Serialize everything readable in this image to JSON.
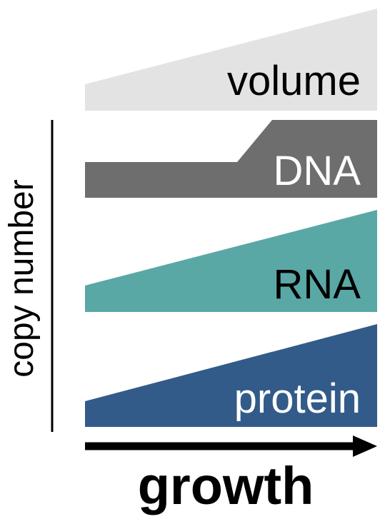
{
  "bands": {
    "volume": {
      "label": "volume",
      "color": "#e3e3e3",
      "text_color": "#000000"
    },
    "dna": {
      "label": "DNA",
      "color": "#6e6e6e",
      "text_color": "#ffffff"
    },
    "rna": {
      "label": "RNA",
      "color": "#5aa8a6",
      "text_color": "#000000"
    },
    "protein": {
      "label": "protein",
      "color": "#325b89",
      "text_color": "#ffffff"
    }
  },
  "axes": {
    "y_label": "copy number",
    "x_label": "growth",
    "line_color": "#000000"
  }
}
